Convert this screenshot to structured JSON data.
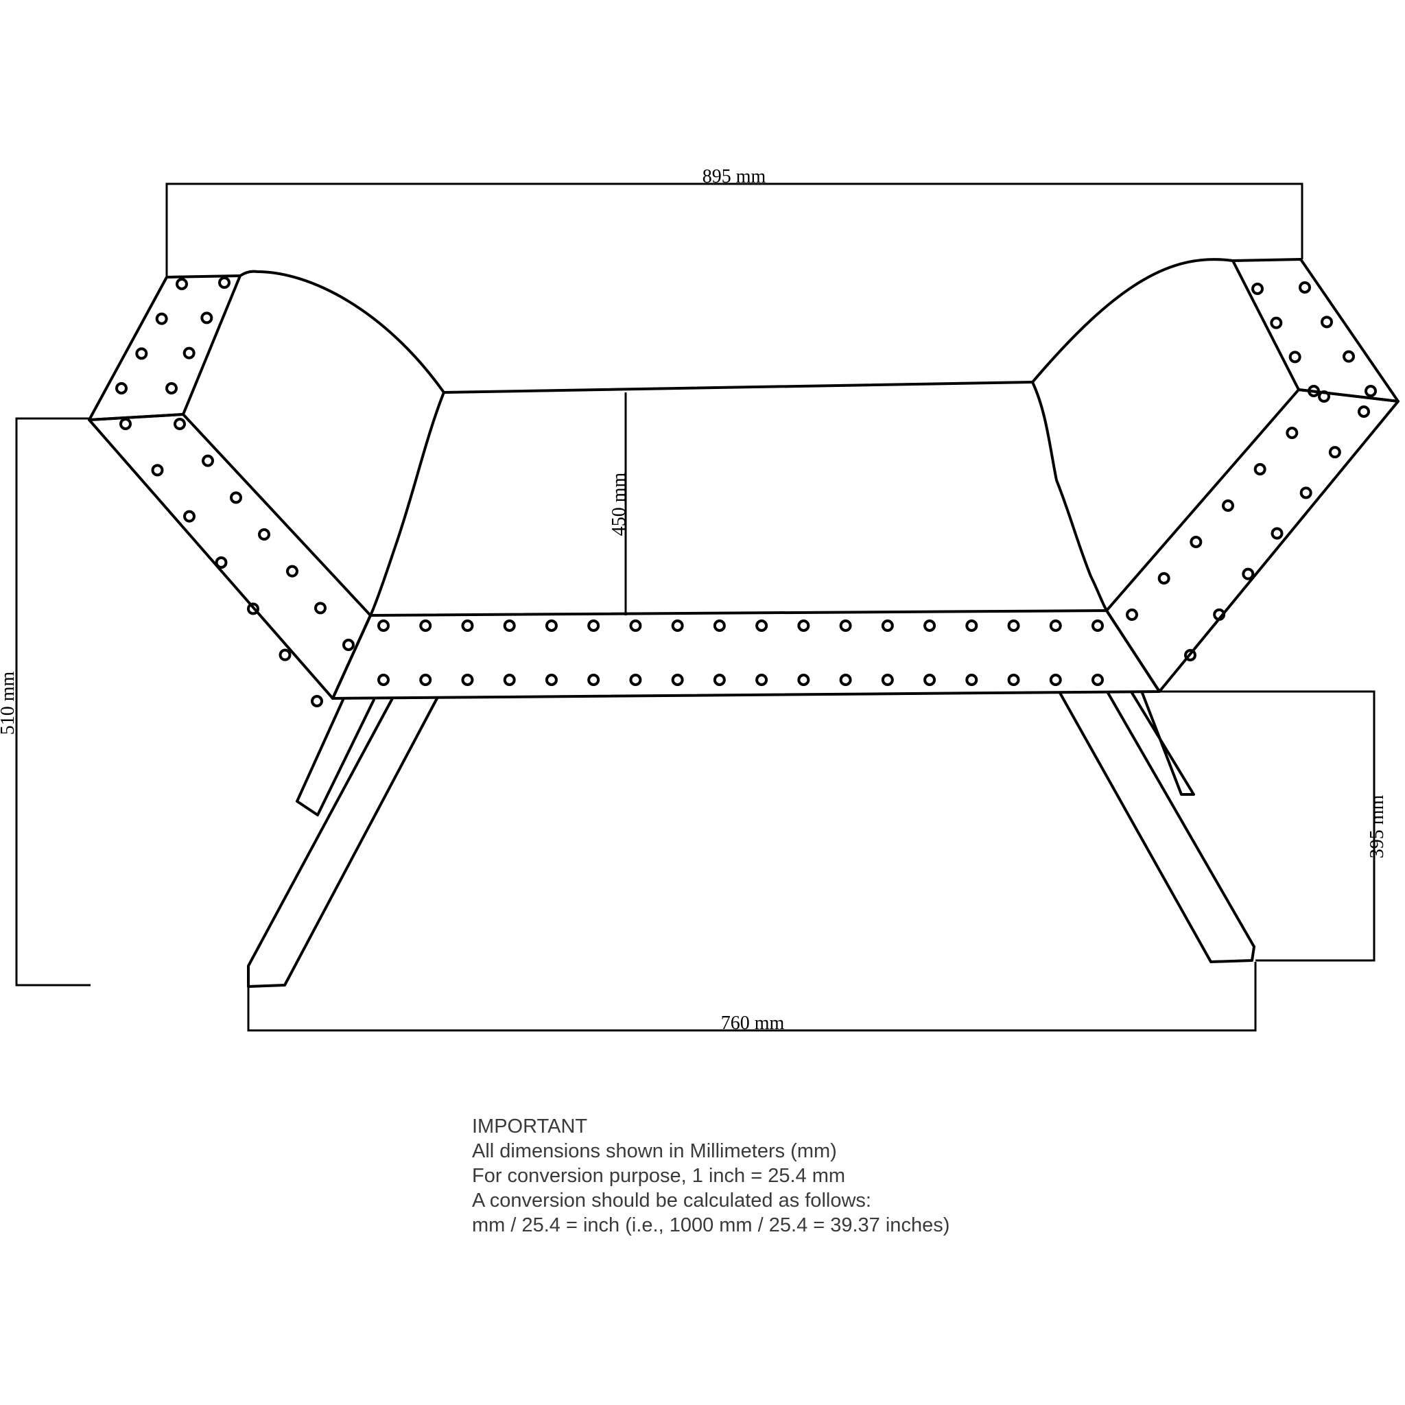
{
  "dimensions": {
    "overall_width": "895 mm",
    "overall_height": "510 mm",
    "seat_height_inner": "450 mm",
    "leg_height": "395 mm",
    "leg_span": "760 mm"
  },
  "notes": {
    "heading": "IMPORTANT",
    "lines": [
      "All dimensions shown in Millimeters (mm)",
      "For conversion purpose, 1 inch = 25.4 mm",
      "A conversion should be calculated as follows:",
      "mm / 25.4 = inch (i.e., 1000 mm / 25.4 = 39.37 inches)"
    ]
  },
  "colors": {
    "line": "#000000",
    "note_text": "#3a3a3a"
  }
}
